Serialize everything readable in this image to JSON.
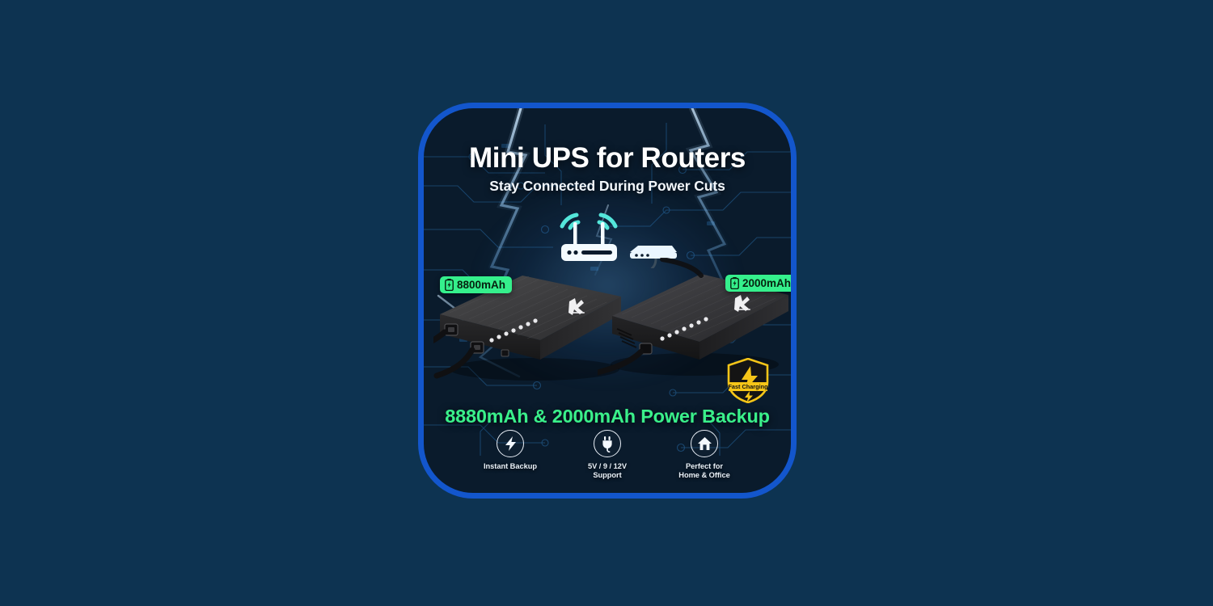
{
  "background": {
    "color": "#0d3351"
  },
  "card": {
    "border_color": "#1356cc",
    "accent_green": "#35f08c",
    "heading": "Mini UPS for Routers",
    "subheading": "Stay Connected During Power Cuts",
    "capacity_line": "8880mAh & 2000mAh Power Backup",
    "badges": [
      {
        "icon": "battery-bolt-icon",
        "label": "8800mAh"
      },
      {
        "icon": "battery-bolt-icon",
        "label": "2000mAh"
      }
    ],
    "shield": {
      "icon": "shield-bolt-icon",
      "label": "Fast Charging",
      "color": "#f5c518"
    },
    "hero": {
      "router": {
        "icon": "wifi-router-icon",
        "color": "#54e6da"
      },
      "modem": {
        "icon": "modem-icon",
        "color": "#eaf6ff"
      },
      "devices": [
        {
          "name": "mini-ups-left",
          "logo": "brand-logo"
        },
        {
          "name": "mini-ups-right",
          "logo": "brand-logo"
        }
      ]
    },
    "features": [
      {
        "icon": "lightning-bolt-icon",
        "line1": "Instant Backup",
        "line2": ""
      },
      {
        "icon": "power-plug-icon",
        "line1": "5V / 9 / 12V",
        "line2": "Support"
      },
      {
        "icon": "home-icon",
        "line1": "Perfect for",
        "line2": "Home & Office"
      }
    ]
  }
}
